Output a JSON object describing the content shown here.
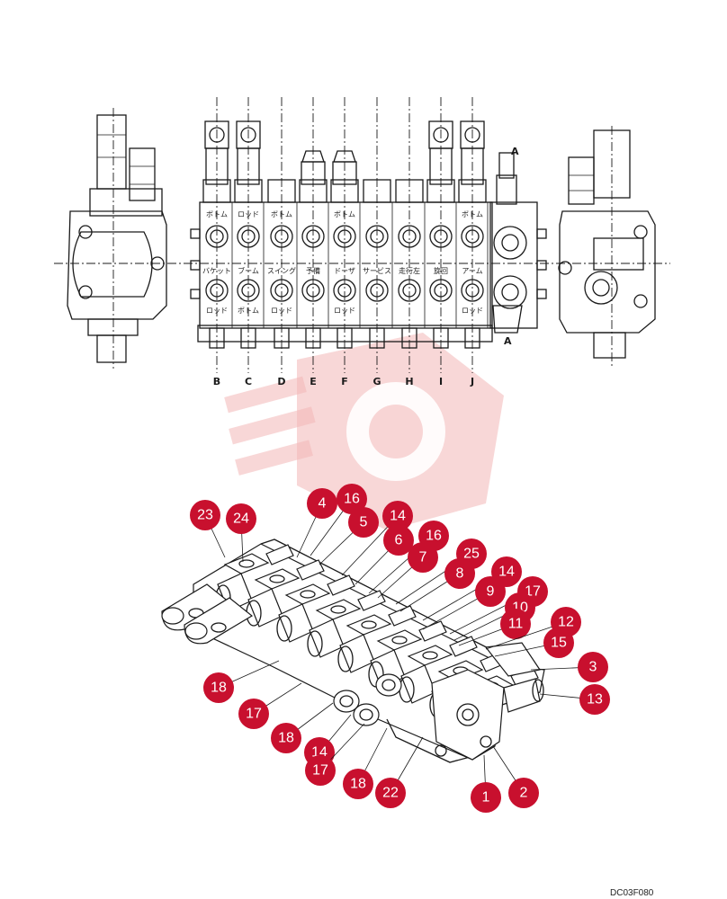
{
  "figure_code": "DC03F080",
  "top_view": {
    "side_port_label": "A",
    "port_letters": [
      "B",
      "C",
      "D",
      "E",
      "F",
      "G",
      "H",
      "I",
      "J"
    ],
    "upper_labels": [
      "ボトム",
      "ロッド",
      "ボトム",
      "",
      "ボトム",
      "",
      "",
      "",
      "ボトム"
    ],
    "spool_labels": [
      "バケット",
      "ブーム",
      "スイング",
      "予備",
      "ドーザ",
      "サービス",
      "走行左",
      "旋回",
      "アーム"
    ],
    "lower_labels": [
      "ロッド",
      "ボトム",
      "ロッド",
      "",
      "ロッド",
      "",
      "",
      "",
      "ロッド"
    ]
  },
  "callouts": [
    "23",
    "24",
    "4",
    "16",
    "5",
    "14",
    "6",
    "16",
    "7",
    "25",
    "8",
    "14",
    "9",
    "17",
    "10",
    "11",
    "12",
    "15",
    "3",
    "13",
    "18",
    "17",
    "18",
    "14",
    "17",
    "18",
    "22",
    "1",
    "2"
  ],
  "colors": {
    "callout": "#c8102e",
    "ink": "#1a1a1a"
  }
}
